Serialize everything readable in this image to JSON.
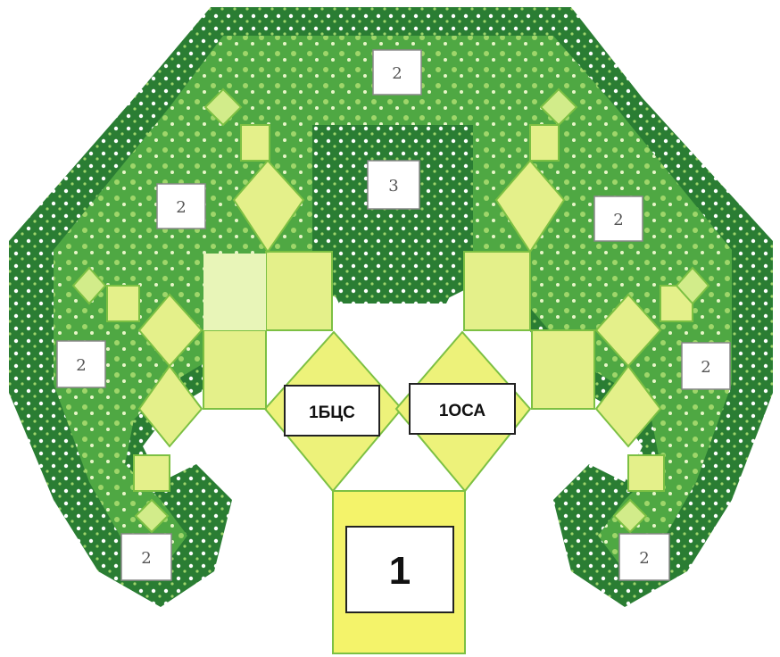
{
  "diagram": {
    "labels": {
      "trunk": "1",
      "left_branch": "1БЦС",
      "right_branch": "1ОСА",
      "center_top": "2",
      "center_mid": "3",
      "left_upper": "2",
      "right_upper": "2",
      "left_mid": "2",
      "right_mid": "2",
      "left_low": "2",
      "right_low": "2"
    },
    "colors": {
      "trunk": "#f4f36a",
      "square": "#e4f08a",
      "square_light": "#d2ec8a",
      "border": "#7cc043",
      "foliage_dark": "#1f6e2c",
      "foliage_mid": "#3b9a3c",
      "foliage_light": "#8fcf5a"
    }
  }
}
